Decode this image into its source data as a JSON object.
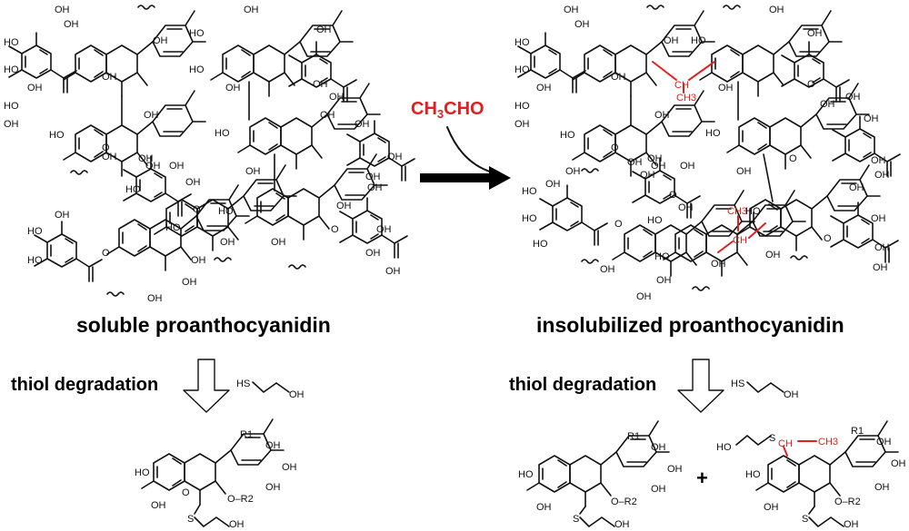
{
  "labels": {
    "soluble": "soluble proanthocyanidin",
    "insoluble": "insolubilized proanthocyanidin",
    "reagent": "CH3CHO",
    "step_left": "thiol degradation",
    "step_right": "thiol degradation",
    "plus": "+"
  },
  "atoms": {
    "oh": "OH",
    "ho": "HO",
    "o": "O",
    "hs": "HS",
    "s": "S",
    "r1": "R1",
    "or2": "O–R2",
    "ch": "CH",
    "ch3": "CH3"
  },
  "colors": {
    "crosslink": "#e41e1e",
    "ink": "#111111"
  }
}
